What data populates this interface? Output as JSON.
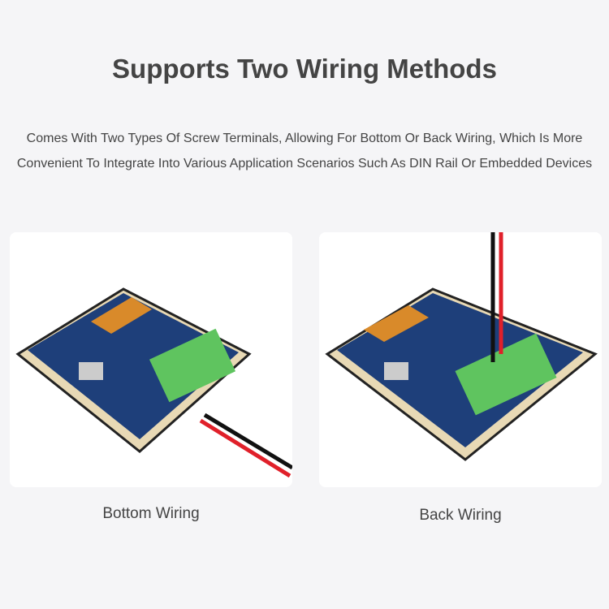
{
  "heading": "Supports Two Wiring Methods",
  "description": "Comes With Two Types Of Screw Terminals, Allowing For Bottom Or Back Wiring, Which Is More Convenient To Integrate Into Various Application Scenarios Such As DIN Rail Or Embedded Devices",
  "cards": [
    {
      "caption": "Bottom Wiring",
      "image": "board-bottom-wiring-photo"
    },
    {
      "caption": "Back Wiring",
      "image": "board-back-wiring-photo"
    }
  ],
  "colors": {
    "board": "#1e3f7a",
    "terminal": "#5fc45f",
    "wire_red": "#e0202a",
    "wire_black": "#111111"
  }
}
